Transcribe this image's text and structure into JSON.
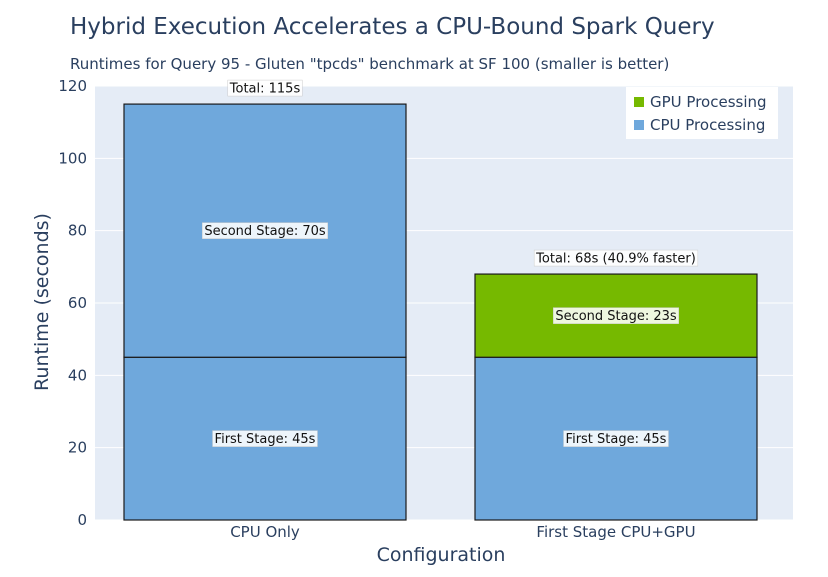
{
  "chart_data": {
    "type": "bar",
    "stacked": true,
    "title": "Hybrid Execution Accelerates a CPU-Bound Spark Query",
    "subtitle": "Runtimes for Query 95 - Gluten \"tpcds\" benchmark at SF 100 (smaller is better)",
    "xlabel": "Configuration",
    "ylabel": "Runtime (seconds)",
    "ylim": [
      0,
      120
    ],
    "yticks": [
      0,
      20,
      40,
      60,
      80,
      100,
      120
    ],
    "grid": true,
    "legend_position": "top-right",
    "categories": [
      "CPU Only",
      "First Stage CPU+GPU"
    ],
    "series": [
      {
        "name": "GPU Processing",
        "color": "#76b900",
        "segments": [
          {
            "category": "First Stage CPU+GPU",
            "base": 45,
            "value": 23,
            "label": "Second Stage: 23s"
          }
        ]
      },
      {
        "name": "CPU Processing",
        "color": "#6fa8dc",
        "segments": [
          {
            "category": "CPU Only",
            "base": 0,
            "value": 45,
            "label": "First Stage: 45s"
          },
          {
            "category": "CPU Only",
            "base": 45,
            "value": 70,
            "label": "Second Stage: 70s"
          },
          {
            "category": "First Stage CPU+GPU",
            "base": 0,
            "value": 45,
            "label": "First Stage: 45s"
          }
        ]
      }
    ],
    "totals": [
      {
        "category": "CPU Only",
        "value": 115,
        "label": "Total: 115s"
      },
      {
        "category": "First Stage CPU+GPU",
        "value": 68,
        "label": "Total: 68s (40.9% faster)"
      }
    ],
    "colors": {
      "plot_background": "#e5ecf6",
      "gridline": "#ffffff",
      "text": "#2a3f5f"
    }
  }
}
